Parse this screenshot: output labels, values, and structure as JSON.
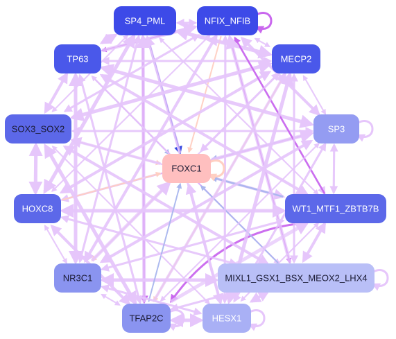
{
  "colors": {
    "edge_light": "#e6c6fb",
    "edge_magenta": "#c967ee",
    "edge_blue": "#3245e0",
    "edge_steel": "#a9b6ee",
    "edge_peach": "#ffcfc2",
    "label_light": "#ffffff",
    "label_dark": "#1a1a33"
  },
  "nodes": [
    {
      "id": "SP4_PML",
      "label": "SP4_PML",
      "fill": "#3d4ae8",
      "text": "light"
    },
    {
      "id": "NFIX_NFIB",
      "label": "NFIX_NFIB",
      "fill": "#3d4ae8",
      "text": "light"
    },
    {
      "id": "TP63",
      "label": "TP63",
      "fill": "#4a58ea",
      "text": "light"
    },
    {
      "id": "MECP2",
      "label": "MECP2",
      "fill": "#4a58ea",
      "text": "light"
    },
    {
      "id": "SOX3_SOX2",
      "label": "SOX3_SOX2",
      "fill": "#5c68e9",
      "text": "dark"
    },
    {
      "id": "SP3",
      "label": "SP3",
      "fill": "#949cf2",
      "text": "light"
    },
    {
      "id": "FOXC1",
      "label": "FOXC1",
      "fill": "#ffbfbf",
      "text": "dark"
    },
    {
      "id": "HOXC8",
      "label": "HOXC8",
      "fill": "#5c68e9",
      "text": "light"
    },
    {
      "id": "WT1_MTF1_ZBTB7B",
      "label": "WT1_MTF1_ZBTB7B",
      "fill": "#5c68e9",
      "text": "light"
    },
    {
      "id": "NR3C1",
      "label": "NR3C1",
      "fill": "#8a94f0",
      "text": "dark"
    },
    {
      "id": "MIXL1",
      "label": "MIXL1_GSX1_BSX_MEOX2_LHX4",
      "fill": "#b9bff7",
      "text": "dark"
    },
    {
      "id": "TFAP2C",
      "label": "TFAP2C",
      "fill": "#8a94f0",
      "text": "dark"
    },
    {
      "id": "HESX1",
      "label": "HESX1",
      "fill": "#a9b0f5",
      "text": "light"
    }
  ]
}
